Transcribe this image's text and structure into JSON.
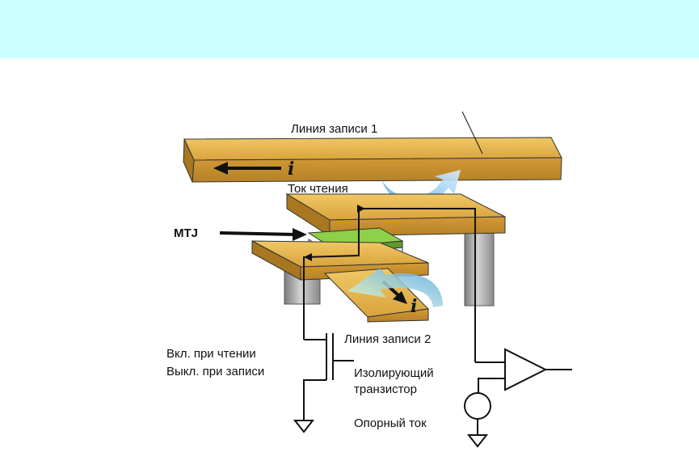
{
  "labels": {
    "write_line_1": "Линия записи 1",
    "read_current": "Ток чтения",
    "mtj": "MTJ",
    "write_line_2": "Линия записи 2",
    "on_read": "Вкл. при чтении",
    "off_write": "Выкл. при записи",
    "isolating_1": "Изолирующий",
    "isolating_2": "транзистор",
    "ref_current": "Опорный ток",
    "current_symbol_top": "i",
    "current_symbol_bottom": "i"
  },
  "colors": {
    "header_band": "#ccffff",
    "wire_gold": "#e2b24e",
    "wire_gold_dark": "#b98a2c",
    "pillar_gray": "#9a9a9a",
    "mtj_green": "#7cbf3a",
    "mtj_red": "#d63a2a",
    "field_arrow_blue": "#7ab7e6"
  }
}
